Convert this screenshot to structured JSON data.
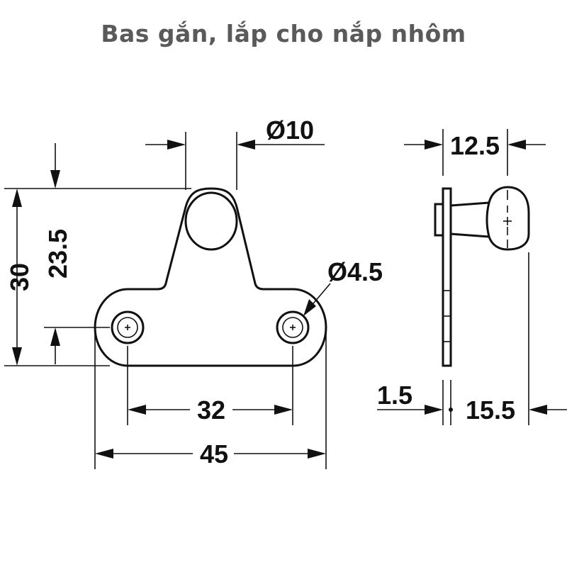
{
  "title": "Bas gắn, lắp cho nắp nhôm",
  "dimensions": {
    "diameter_top": "Ø10",
    "diameter_hole": "Ø4.5",
    "height_total": "30",
    "height_inner": "23.5",
    "hole_spacing": "32",
    "width_total": "45",
    "side_width": "12.5",
    "plate_thickness": "1.5",
    "side_depth": "15.5"
  },
  "colors": {
    "title": "#5a5a5a",
    "lines": "#111111"
  }
}
